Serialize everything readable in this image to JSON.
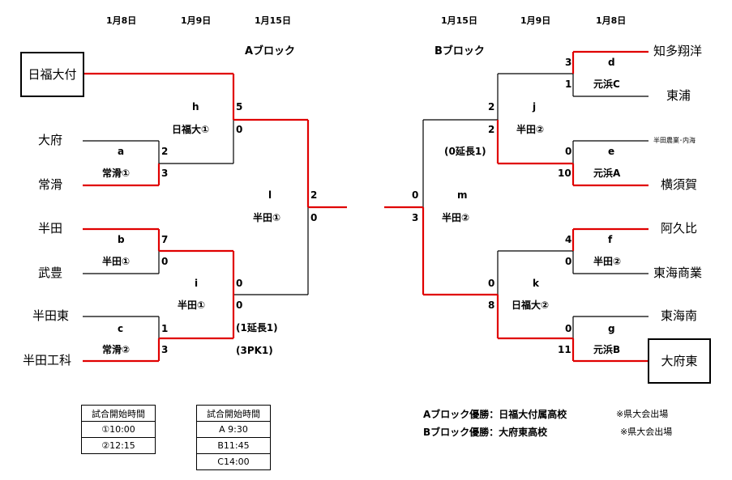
{
  "dates": {
    "a1": "1月8日",
    "a2": "1月9日",
    "a3": "1月15日",
    "b3": "1月15日",
    "b2": "1月9日",
    "b1": "1月8日"
  },
  "blocks": {
    "a": "Aブロック",
    "b": "Bブロック"
  },
  "teams_a": [
    "日福大付",
    "大府",
    "常滑",
    "半田",
    "武豊",
    "半田東",
    "半田工科"
  ],
  "teams_b": [
    "知多翔洋",
    "東浦",
    "半田農業･内海",
    "横須賀",
    "阿久比",
    "東海商業",
    "東海南",
    "大府東"
  ],
  "games": {
    "a": {
      "id": "a",
      "winner": "常滑①",
      "s1": "2",
      "s2": "3"
    },
    "b": {
      "id": "b",
      "winner": "半田①",
      "s1": "7",
      "s2": "0"
    },
    "c": {
      "id": "c",
      "winner": "常滑②",
      "s1": "1",
      "s2": "3"
    },
    "h": {
      "id": "h",
      "winner": "日福大①",
      "s1": "5",
      "s2": "0"
    },
    "i": {
      "id": "i",
      "winner": "半田①",
      "s1": "0",
      "s2": "0",
      "n1": "(1延長1)",
      "n2": "(3PK1)"
    },
    "l": {
      "id": "l",
      "winner": "半田①",
      "s1": "2",
      "s2": "0"
    },
    "m": {
      "id": "m",
      "winner": "半田②",
      "s1": "0",
      "s2": "3"
    },
    "j": {
      "id": "j",
      "winner": "半田②",
      "s1": "2",
      "s2": "2",
      "n1": "(0延長1)"
    },
    "k": {
      "id": "k",
      "winner": "日福大②",
      "s1": "0",
      "s2": "8"
    },
    "d": {
      "id": "d",
      "winner": "元浜C",
      "s1": "3",
      "s2": "1"
    },
    "e": {
      "id": "e",
      "winner": "元浜A",
      "s1": "0",
      "s2": "10"
    },
    "f": {
      "id": "f",
      "winner": "半田②",
      "s1": "4",
      "s2": "0"
    },
    "g": {
      "id": "g",
      "winner": "元浜B",
      "s1": "0",
      "s2": "11"
    }
  },
  "timetable1": {
    "header": "試合開始時間",
    "rows": [
      "①10:00",
      "②12:15"
    ]
  },
  "timetable2": {
    "header": "試合開始時間",
    "rows": [
      "A 9:30",
      "B11:45",
      "C14:00"
    ]
  },
  "results": [
    {
      "text": "Aブロック優勝：日福大付属高校",
      "note": "※県大会出場"
    },
    {
      "text": "Bブロック優勝：大府東高校",
      "note": "※県大会出場"
    }
  ],
  "colors": {
    "winner_line": "#e00000",
    "line": "#000000"
  }
}
